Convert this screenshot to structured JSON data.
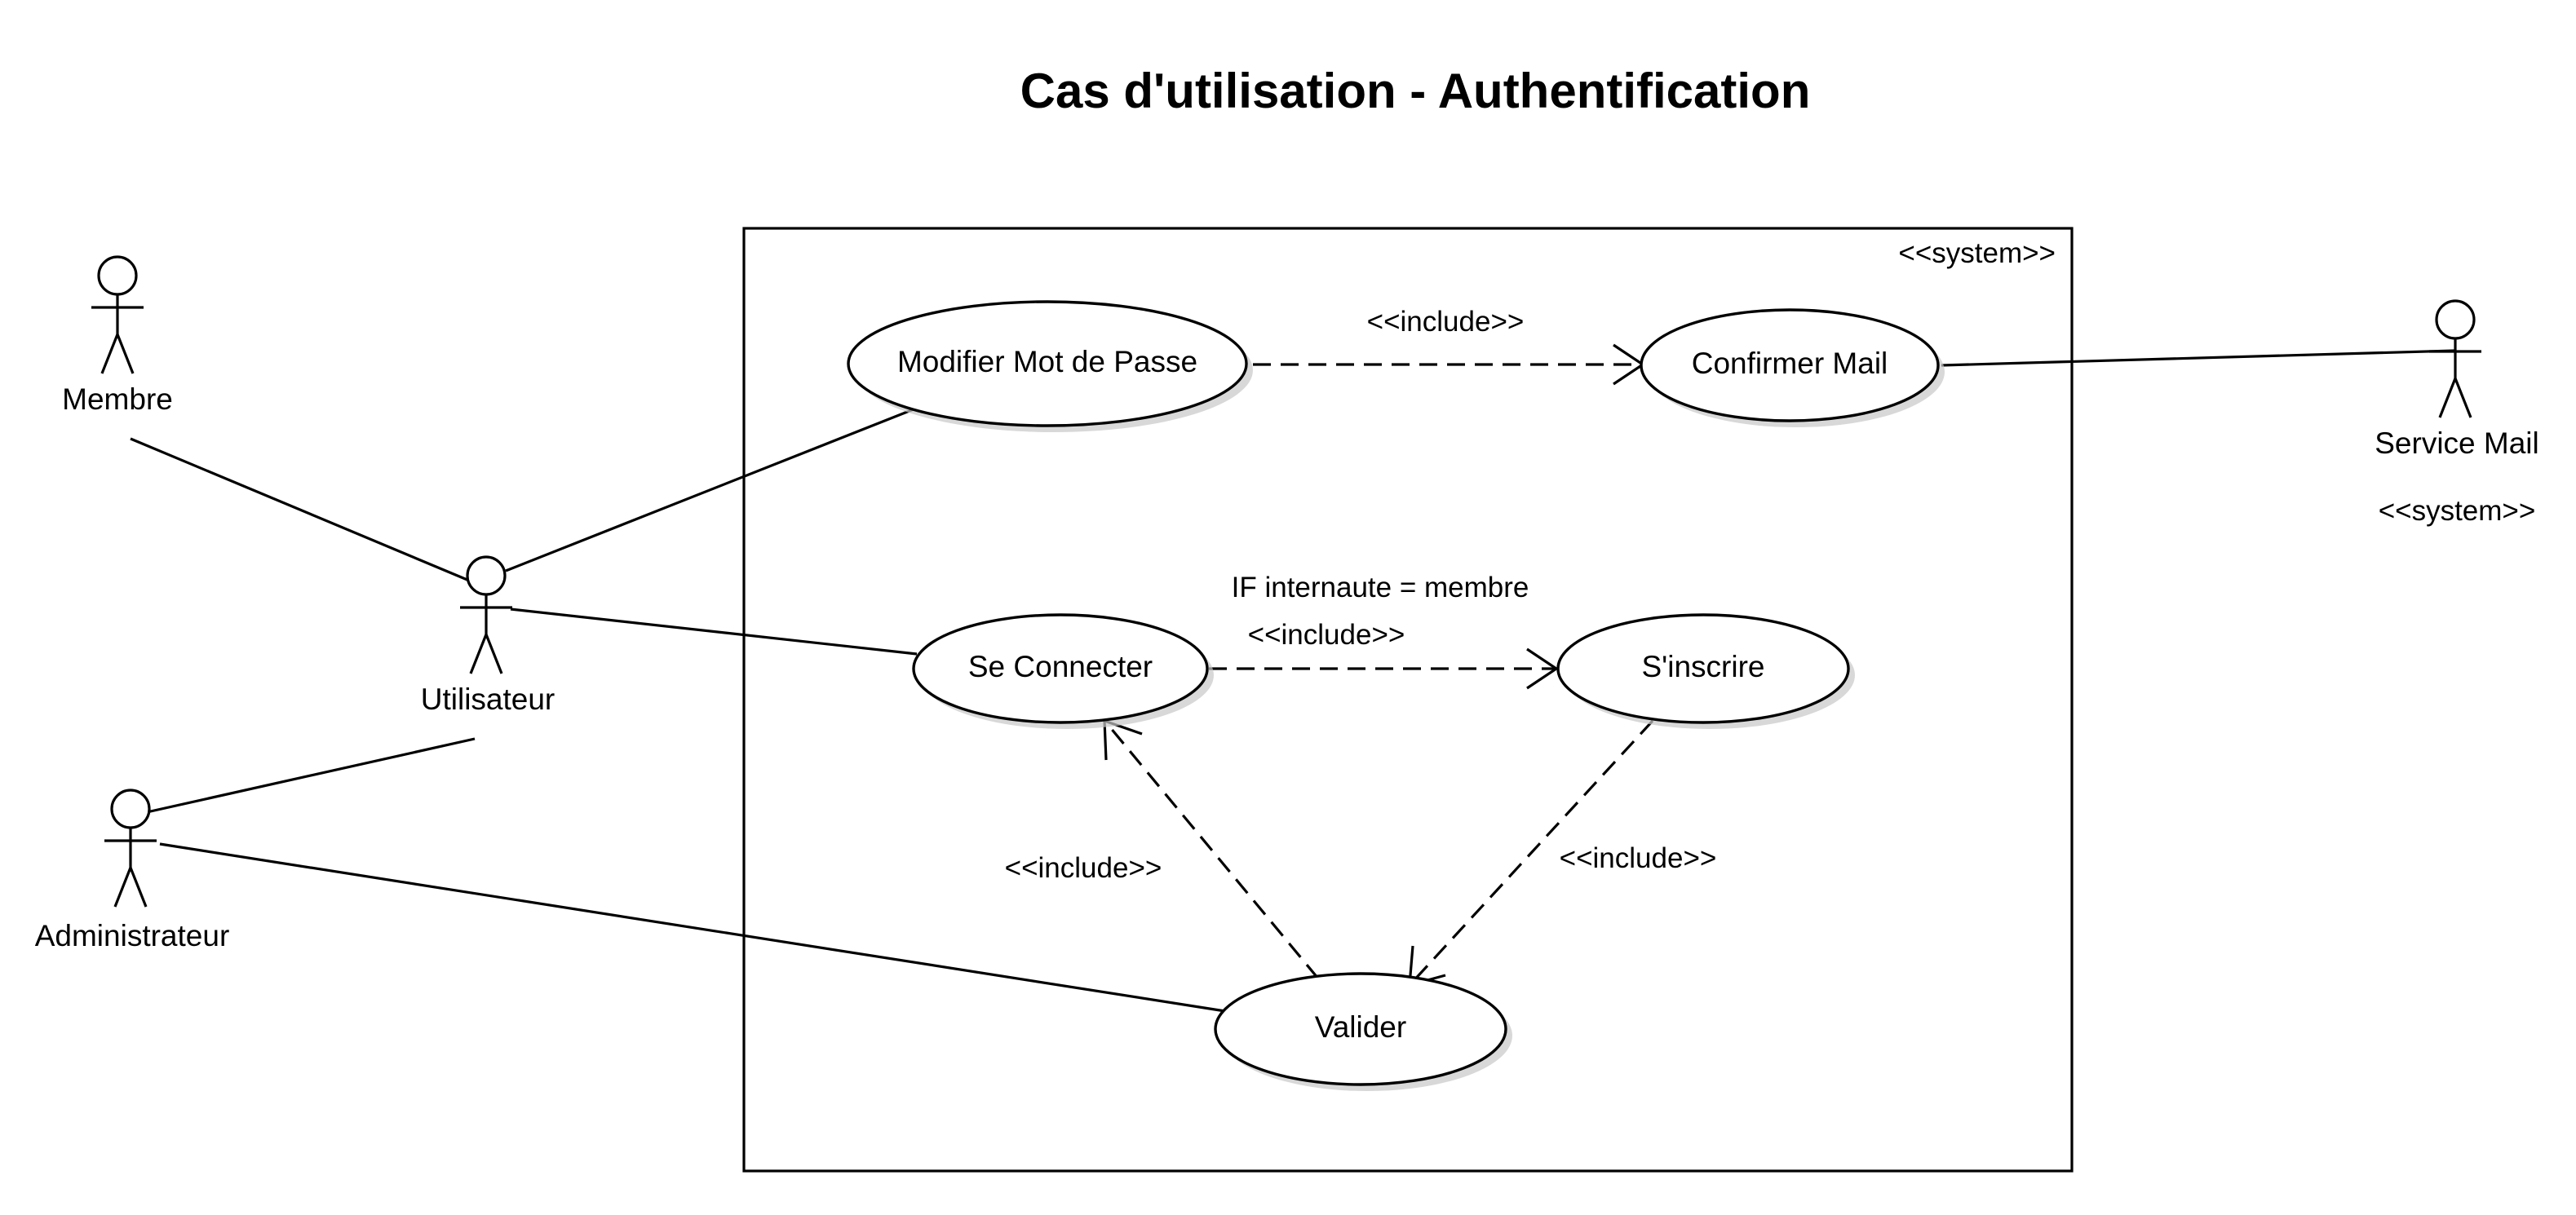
{
  "diagram": {
    "title": "Cas d'utilisation - Authentification",
    "system_stereotype": "<<system>>"
  },
  "use_cases": {
    "modifier": "Modifier Mot de Passe",
    "confirmer": "Confirmer Mail",
    "connecter": "Se Connecter",
    "inscrire": "S'inscrire",
    "valider": "Valider"
  },
  "actors": {
    "membre": "Membre",
    "utilisateur": "Utilisateur",
    "administrateur": "Administrateur",
    "service_mail": "Service Mail",
    "service_mail_stereotype": "<<system>>"
  },
  "relations": {
    "include_modifier_confirmer": "<<include>>",
    "condition_connecter_inscrire": "IF internaute = membre",
    "include_connecter_inscrire": "<<include>>",
    "include_valider_connecter": "<<include>>",
    "include_inscrire_valider": "<<include>>"
  }
}
